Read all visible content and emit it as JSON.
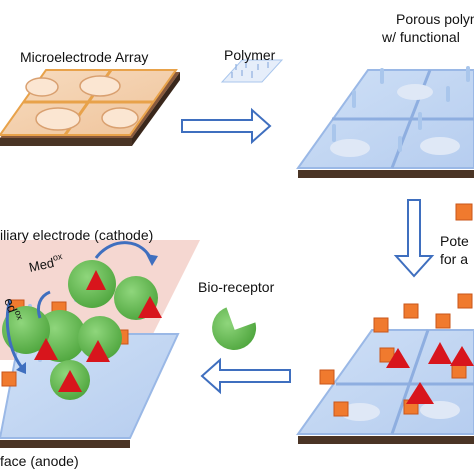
{
  "labels": {
    "microelectrode_array": "Microelectrode Array",
    "polymer": "Polymer",
    "porous_polymer_line1": "Porous polymer",
    "porous_polymer_line2": "w/ functional",
    "potential_line1": "Pote",
    "potential_line2": "for a",
    "bio_receptor": "Bio-receptor",
    "auxiliary_electrode": "iliary electrode (cathode)",
    "surface_anode": "face (anode)",
    "med_ox": "Med",
    "med_ox_sup": "ox",
    "med_red": "ed",
    "med_red_sup": "ox"
  },
  "colors": {
    "electrode_fill": "#f3cda8",
    "electrode_edge": "#e8a24a",
    "base_brown": "#4a3425",
    "polymer_blue": "#a9c6ec",
    "arrow_outline": "#3f6fbf",
    "receptor_green": "#6cc25a",
    "target_orange": "#f07a2e",
    "target_red": "#d8151c",
    "cathode_pink": "#f2c9c2"
  }
}
